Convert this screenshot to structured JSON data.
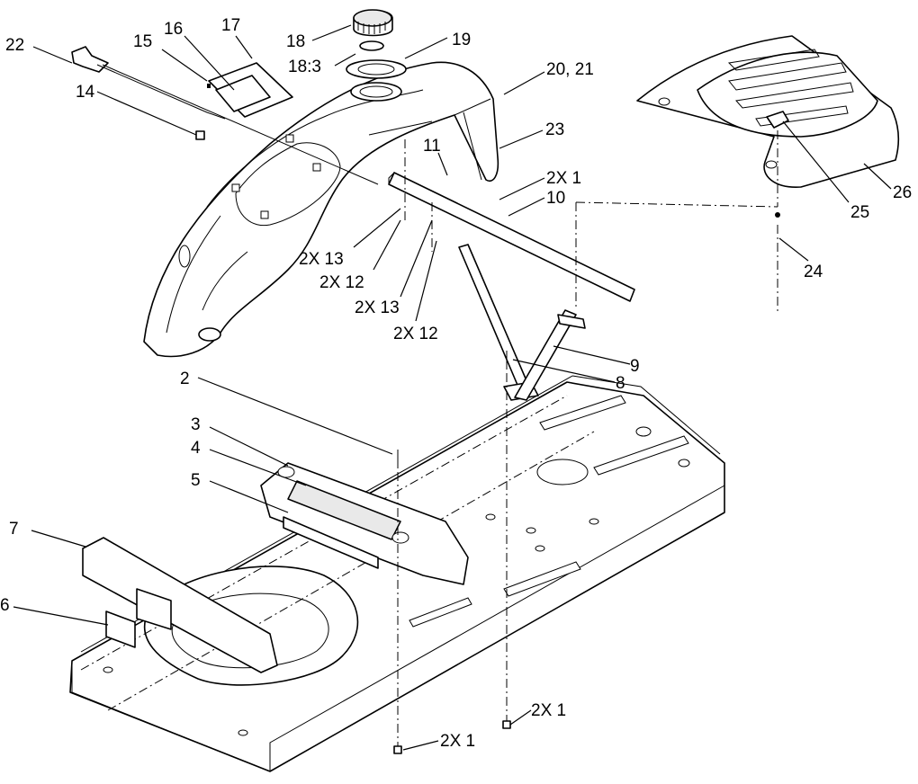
{
  "callouts": {
    "c1": "22",
    "c2": "15",
    "c3": "16",
    "c4": "17",
    "c5": "18",
    "c6": "19",
    "c7": "18:3",
    "c8": "14",
    "c9": "20, 21",
    "c10": "11",
    "c11": "23",
    "c12": "2X 1",
    "c13": "10",
    "c14": "2X 13",
    "c15": "2X 12",
    "c16": "2X 13",
    "c17": "2X 12",
    "c18": "25",
    "c19": "26",
    "c20": "24",
    "c21": "9",
    "c22": "8",
    "c23": "2",
    "c24": "3",
    "c25": "4",
    "c26": "5",
    "c27": "7",
    "c28": "6",
    "c29": "2X 1",
    "c30": "2X 1"
  }
}
